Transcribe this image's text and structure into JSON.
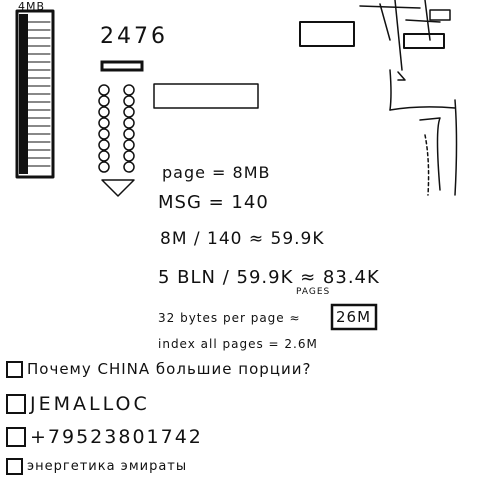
{
  "memory_bar": {
    "label": "4MB"
  },
  "counter": {
    "value": "2476"
  },
  "calculations": [
    {
      "text": "page = 8MB"
    },
    {
      "text": "MSG = 140"
    },
    {
      "text": "8M / 140 ≈ 59.9K"
    },
    {
      "text": "5 BLN / 59.9K ≈ 83.4K"
    },
    {
      "text": "PAGES"
    },
    {
      "text": "32 bytes per page ≈"
    },
    {
      "text": "26M"
    },
    {
      "text": "index all pages = 2.6M"
    }
  ],
  "todos": [
    {
      "label": "Почему CHINA большие порции?",
      "checked": false
    },
    {
      "label": "JEMALLOC",
      "checked": false
    },
    {
      "label": "+79523801742",
      "checked": false
    },
    {
      "label": "энергетика эмираты",
      "checked": false
    }
  ]
}
